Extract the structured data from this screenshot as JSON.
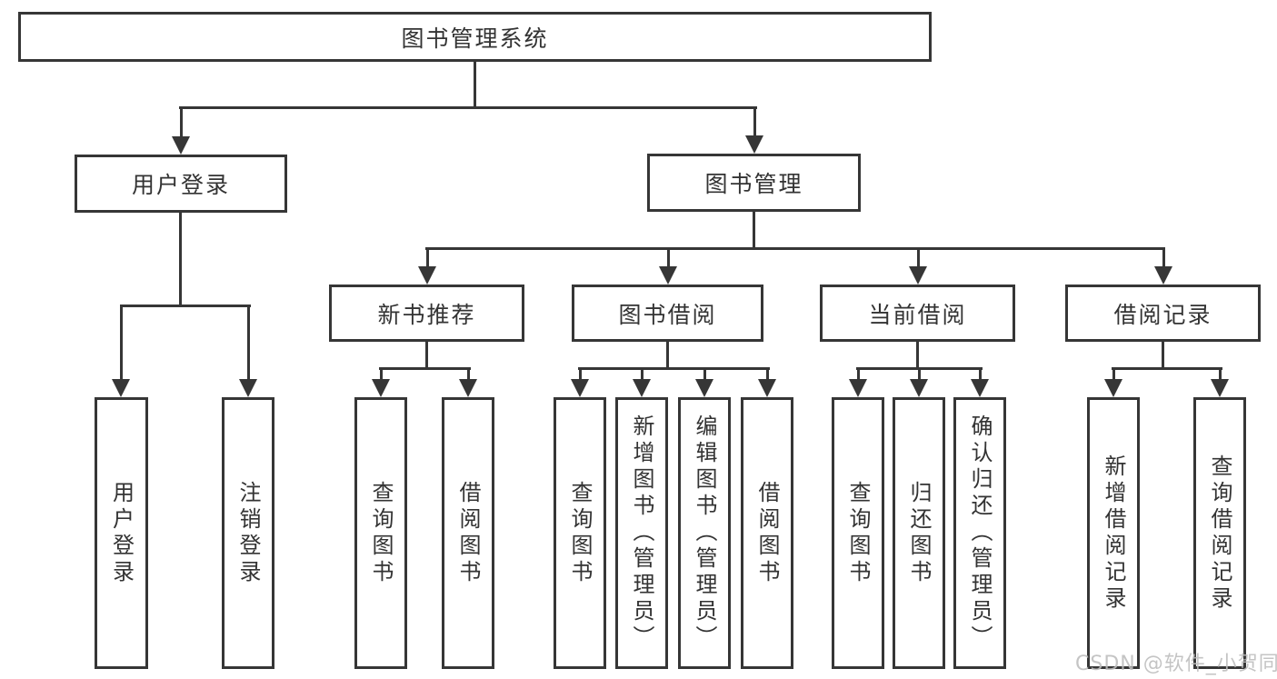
{
  "diagram": {
    "watermark": "CSDN @软件_小贺同学",
    "colors": {
      "line": "#363636",
      "text": "#333333",
      "box_background": "#ffffff",
      "watermark": "#bdbdbd"
    }
  },
  "nodes": {
    "root": {
      "label": "图书管理系统"
    },
    "level2": [
      {
        "label": "用户登录"
      },
      {
        "label": "图书管理"
      }
    ],
    "level3": [
      {
        "label": "新书推荐"
      },
      {
        "label": "图书借阅"
      },
      {
        "label": "当前借阅"
      },
      {
        "label": "借阅记录"
      }
    ],
    "leaves": [
      {
        "label": "用户登录"
      },
      {
        "label": "注销登录"
      },
      {
        "label": "查询图书"
      },
      {
        "label": "借阅图书"
      },
      {
        "label": "查询图书"
      },
      {
        "label": "新增图书（管理员）"
      },
      {
        "label": "编辑图书（管理员）"
      },
      {
        "label": "借阅图书"
      },
      {
        "label": "查询图书"
      },
      {
        "label": "归还图书"
      },
      {
        "label": "确认归还（管理员）"
      },
      {
        "label": "新增借阅记录"
      },
      {
        "label": "查询借阅记录"
      }
    ]
  }
}
